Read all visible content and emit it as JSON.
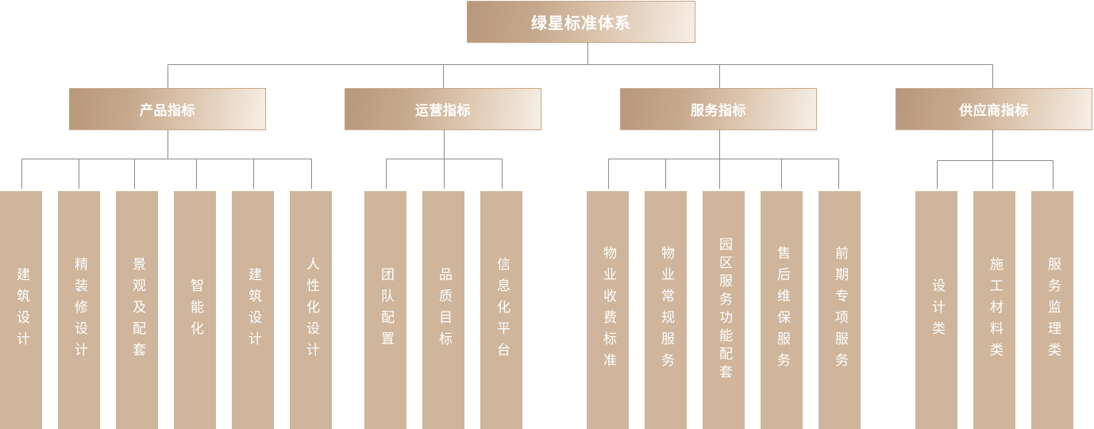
{
  "root": {
    "label": "绿星标准体系"
  },
  "categories": [
    {
      "label": "产品指标",
      "items": [
        "建筑设计",
        "精装修设计",
        "景观及配套",
        "智能化",
        "建筑设计",
        "人性化设计"
      ]
    },
    {
      "label": "运营指标",
      "items": [
        "团队配置",
        "品质目标",
        "信息化平台"
      ]
    },
    {
      "label": "服务指标",
      "items": [
        "物业收费标准",
        "物业常规服务",
        "园区服务功能配套",
        "售后维保服务",
        "前期专项服务"
      ]
    },
    {
      "label": "供应商指标",
      "items": [
        "设计类",
        "施工材料类",
        "服务监理类"
      ]
    }
  ],
  "colors": {
    "connector": "#8a8a8a",
    "leaf": "#ceb59b",
    "box_gradient_start": "#b8977a",
    "box_gradient_end": "#f7efe6"
  }
}
